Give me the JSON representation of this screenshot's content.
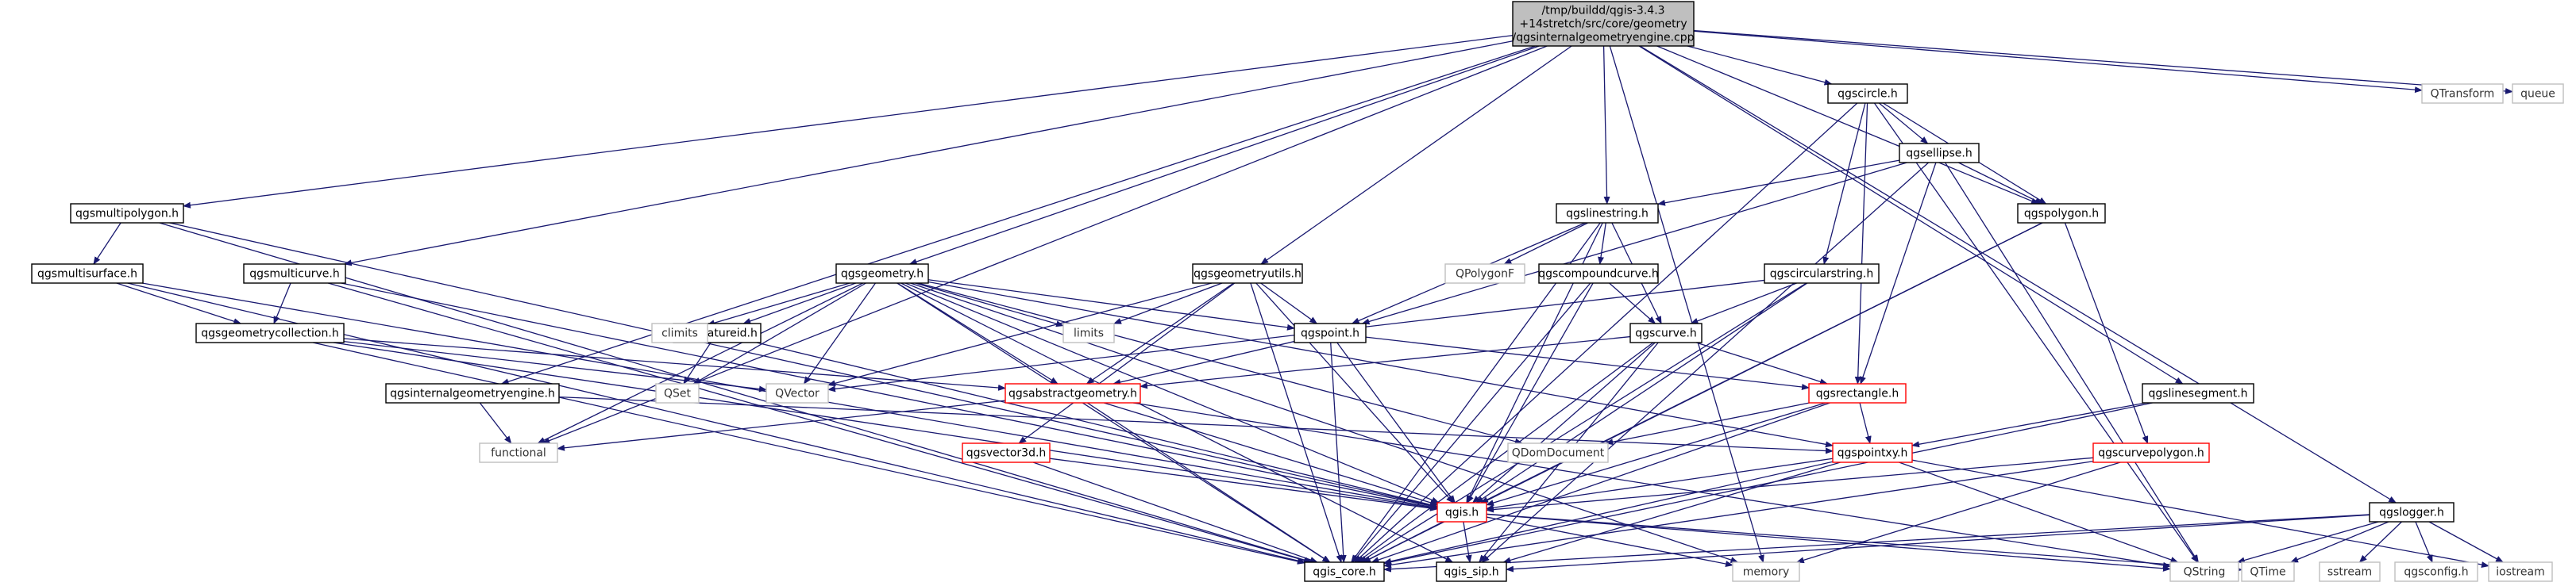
{
  "graph": {
    "colors": {
      "edge": "#191970",
      "root_fill": "#bfbfbf",
      "node_fill": "#ffffff",
      "node_border": "#000000",
      "partial_border": "#ff0000",
      "external_border": "#bfbfbf",
      "text": "#000000",
      "external_text": "#333333"
    },
    "nodes": [
      {
        "id": "root",
        "label": "/tmp/buildd/qgis-3.4.3\n+14stretch/src/core/geometry\n/qgsinternalgeometryengine.cpp",
        "kind": "root"
      },
      {
        "id": "qgsmultipolygon",
        "label": "qgsmultipolygon.h",
        "kind": "normal"
      },
      {
        "id": "qgsmulticurve",
        "label": "qgsmulticurve.h",
        "kind": "normal"
      },
      {
        "id": "qgsmultisurface",
        "label": "qgsmultisurface.h",
        "kind": "normal"
      },
      {
        "id": "qgsgeometrycollection",
        "label": "qgsgeometrycollection.h",
        "kind": "normal"
      },
      {
        "id": "qgsinternalgeometryengine",
        "label": "qgsinternalgeometryengine.h",
        "kind": "normal"
      },
      {
        "id": "qgsgeometry",
        "label": "qgsgeometry.h",
        "kind": "normal"
      },
      {
        "id": "qgsfeatureid",
        "label": "qgsfeatureid.h",
        "kind": "normal"
      },
      {
        "id": "qgsgeometryutils",
        "label": "qgsgeometryutils.h",
        "kind": "normal"
      },
      {
        "id": "qgspoint",
        "label": "qgspoint.h",
        "kind": "normal"
      },
      {
        "id": "qgsabstractgeometry",
        "label": "qgsabstractgeometry.h",
        "kind": "partial"
      },
      {
        "id": "qgsvector3d",
        "label": "qgsvector3d.h",
        "kind": "partial"
      },
      {
        "id": "qgis",
        "label": "qgis.h",
        "kind": "partial"
      },
      {
        "id": "qgis_core",
        "label": "qgis_core.h",
        "kind": "normal"
      },
      {
        "id": "qgis_sip",
        "label": "qgis_sip.h",
        "kind": "normal"
      },
      {
        "id": "qgslinestring",
        "label": "qgslinestring.h",
        "kind": "normal"
      },
      {
        "id": "qgscompoundcurve",
        "label": "qgscompoundcurve.h",
        "kind": "normal"
      },
      {
        "id": "qgscurve",
        "label": "qgscurve.h",
        "kind": "normal"
      },
      {
        "id": "qgscircle",
        "label": "qgscircle.h",
        "kind": "normal"
      },
      {
        "id": "qgsellipse",
        "label": "qgsellipse.h",
        "kind": "normal"
      },
      {
        "id": "qgspolygon",
        "label": "qgspolygon.h",
        "kind": "normal"
      },
      {
        "id": "qgscircularstring",
        "label": "qgscircularstring.h",
        "kind": "normal"
      },
      {
        "id": "qgsrectangle",
        "label": "qgsrectangle.h",
        "kind": "partial"
      },
      {
        "id": "qgspointxy",
        "label": "qgspointxy.h",
        "kind": "partial"
      },
      {
        "id": "qgslinesegment",
        "label": "qgslinesegment.h",
        "kind": "normal"
      },
      {
        "id": "qgscurvepolygon",
        "label": "qgscurvepolygon.h",
        "kind": "partial"
      },
      {
        "id": "qgslogger",
        "label": "qgslogger.h",
        "kind": "normal"
      },
      {
        "id": "QTransform",
        "label": "QTransform",
        "kind": "external"
      },
      {
        "id": "queue",
        "label": "queue",
        "kind": "external"
      },
      {
        "id": "QPolygonF",
        "label": "QPolygonF",
        "kind": "external"
      },
      {
        "id": "climits",
        "label": "climits",
        "kind": "external"
      },
      {
        "id": "limits",
        "label": "limits",
        "kind": "external"
      },
      {
        "id": "QSet",
        "label": "QSet",
        "kind": "external"
      },
      {
        "id": "QVector",
        "label": "QVector",
        "kind": "external"
      },
      {
        "id": "functional",
        "label": "functional",
        "kind": "external"
      },
      {
        "id": "QDomDocument",
        "label": "QDomDocument",
        "kind": "external"
      },
      {
        "id": "memory",
        "label": "memory",
        "kind": "external"
      },
      {
        "id": "QString",
        "label": "QString",
        "kind": "external"
      },
      {
        "id": "QTime",
        "label": "QTime",
        "kind": "external"
      },
      {
        "id": "sstream",
        "label": "sstream",
        "kind": "external"
      },
      {
        "id": "qgsconfig",
        "label": "qgsconfig.h",
        "kind": "external"
      },
      {
        "id": "iostream",
        "label": "iostream",
        "kind": "external"
      }
    ],
    "edges": [
      [
        "root",
        "qgsmultipolygon"
      ],
      [
        "root",
        "qgsmulticurve"
      ],
      [
        "root",
        "functional"
      ],
      [
        "root",
        "qgsinternalgeometryengine"
      ],
      [
        "root",
        "qgsgeometry"
      ],
      [
        "root",
        "qgsgeometryutils"
      ],
      [
        "root",
        "qgslinestring"
      ],
      [
        "root",
        "qgscircle"
      ],
      [
        "root",
        "qgspolygon"
      ],
      [
        "root",
        "qgslinesegment"
      ],
      [
        "root",
        "qgslogger"
      ],
      [
        "root",
        "QTransform"
      ],
      [
        "root",
        "queue"
      ],
      [
        "root",
        "memory"
      ],
      [
        "qgsmultipolygon",
        "qgsmultisurface"
      ],
      [
        "qgsmultipolygon",
        "qgis_core"
      ],
      [
        "qgsmultipolygon",
        "qgis"
      ],
      [
        "qgsmultisurface",
        "qgsgeometrycollection"
      ],
      [
        "qgsmultisurface",
        "qgis_core"
      ],
      [
        "qgsmultisurface",
        "qgis"
      ],
      [
        "qgsmulticurve",
        "qgsgeometrycollection"
      ],
      [
        "qgsmulticurve",
        "qgis_core"
      ],
      [
        "qgsmulticurve",
        "qgis"
      ],
      [
        "qgsgeometrycollection",
        "QVector"
      ],
      [
        "qgsgeometrycollection",
        "qgsabstractgeometry"
      ],
      [
        "qgsgeometrycollection",
        "qgis"
      ],
      [
        "qgsgeometrycollection",
        "qgis_core"
      ],
      [
        "qgsinternalgeometryengine",
        "functional"
      ],
      [
        "qgsinternalgeometryengine",
        "qgspointxy"
      ],
      [
        "qgsgeometry",
        "climits"
      ],
      [
        "qgsgeometry",
        "qgsfeatureid"
      ],
      [
        "qgsgeometry",
        "limits"
      ],
      [
        "qgsgeometry",
        "QSet"
      ],
      [
        "qgsgeometry",
        "QVector"
      ],
      [
        "qgsgeometry",
        "functional"
      ],
      [
        "qgsgeometry",
        "qgspoint"
      ],
      [
        "qgsgeometry",
        "qgsabstractgeometry"
      ],
      [
        "qgsgeometry",
        "QDomDocument"
      ],
      [
        "qgsgeometry",
        "qgspointxy"
      ],
      [
        "qgsgeometry",
        "qgis"
      ],
      [
        "qgsgeometry",
        "qgis_core"
      ],
      [
        "qgsgeometry",
        "qgis_sip"
      ],
      [
        "qgsgeometry",
        "memory"
      ],
      [
        "qgsfeatureid",
        "QSet"
      ],
      [
        "qgsfeatureid",
        "qgis"
      ],
      [
        "qgsgeometryutils",
        "limits"
      ],
      [
        "qgsgeometryutils",
        "qgspoint"
      ],
      [
        "qgsgeometryutils",
        "qgsabstractgeometry"
      ],
      [
        "qgsgeometryutils",
        "qgsvector3d"
      ],
      [
        "qgsgeometryutils",
        "qgis"
      ],
      [
        "qgsgeometryutils",
        "qgis_core"
      ],
      [
        "qgsgeometryutils",
        "QVector"
      ],
      [
        "qgspoint",
        "qgsabstractgeometry"
      ],
      [
        "qgspoint",
        "qgsrectangle"
      ],
      [
        "qgspoint",
        "qgis"
      ],
      [
        "qgspoint",
        "qgis_core"
      ],
      [
        "qgsabstractgeometry",
        "functional"
      ],
      [
        "qgsabstractgeometry",
        "qgis"
      ],
      [
        "qgsabstractgeometry",
        "qgis_core"
      ],
      [
        "qgsabstractgeometry",
        "QString"
      ],
      [
        "qgsvector3d",
        "qgis"
      ],
      [
        "qgsvector3d",
        "qgis_core"
      ],
      [
        "qgis",
        "qgis_core"
      ],
      [
        "qgis",
        "qgis_sip"
      ],
      [
        "qgis",
        "memory"
      ],
      [
        "qgis",
        "QString"
      ],
      [
        "qgis",
        "QTime"
      ],
      [
        "qgslinestring",
        "qgspoint"
      ],
      [
        "qgslinestring",
        "QPolygonF"
      ],
      [
        "qgslinestring",
        "qgscompoundcurve"
      ],
      [
        "qgslinestring",
        "qgscurve"
      ],
      [
        "qgslinestring",
        "qgis"
      ],
      [
        "qgslinestring",
        "qgis_core"
      ],
      [
        "qgscompoundcurve",
        "qgscurve"
      ],
      [
        "qgscompoundcurve",
        "qgis"
      ],
      [
        "qgscompoundcurve",
        "qgis_core"
      ],
      [
        "qgscurve",
        "qgsabstractgeometry"
      ],
      [
        "qgscurve",
        "qgsrectangle"
      ],
      [
        "qgscurve",
        "qgis"
      ],
      [
        "qgscurve",
        "qgis_core"
      ],
      [
        "qgscurve",
        "qgis_sip"
      ],
      [
        "qgscircle",
        "qgsellipse"
      ],
      [
        "qgscircle",
        "qgspolygon"
      ],
      [
        "qgscircle",
        "qgscircularstring"
      ],
      [
        "qgscircle",
        "qgsrectangle"
      ],
      [
        "qgscircle",
        "qgis_core"
      ],
      [
        "qgscircle",
        "QString"
      ],
      [
        "qgsellipse",
        "qgslinestring"
      ],
      [
        "qgsellipse",
        "qgspolygon"
      ],
      [
        "qgsellipse",
        "qgsrectangle"
      ],
      [
        "qgsellipse",
        "QString"
      ],
      [
        "qgsellipse",
        "qgis_sip"
      ],
      [
        "qgsellipse",
        "qgspoint"
      ],
      [
        "qgspolygon",
        "qgscurvepolygon"
      ],
      [
        "qgspolygon",
        "qgis"
      ],
      [
        "qgspolygon",
        "qgis_core"
      ],
      [
        "qgscircularstring",
        "qgscurve"
      ],
      [
        "qgscircularstring",
        "qgis"
      ],
      [
        "qgscircularstring",
        "qgis_core"
      ],
      [
        "qgscircularstring",
        "QVector"
      ],
      [
        "qgsrectangle",
        "qgspointxy"
      ],
      [
        "qgsrectangle",
        "QDomDocument"
      ],
      [
        "qgsrectangle",
        "qgis"
      ],
      [
        "qgsrectangle",
        "qgis_core"
      ],
      [
        "qgspointxy",
        "qgis"
      ],
      [
        "qgspointxy",
        "qgis_core"
      ],
      [
        "qgspointxy",
        "QString"
      ],
      [
        "qgspointxy",
        "iostream"
      ],
      [
        "qgspointxy",
        "qgis_sip"
      ],
      [
        "qgslinesegment",
        "qgspointxy"
      ],
      [
        "qgslinesegment",
        "qgis_core"
      ],
      [
        "qgscurvepolygon",
        "qgis"
      ],
      [
        "qgscurvepolygon",
        "qgis_core"
      ],
      [
        "qgscurvepolygon",
        "memory"
      ],
      [
        "qgslogger",
        "qgis_core"
      ],
      [
        "qgslogger",
        "qgis_sip"
      ],
      [
        "qgslogger",
        "QString"
      ],
      [
        "qgslogger",
        "QTime"
      ],
      [
        "qgslogger",
        "sstream"
      ],
      [
        "qgslogger",
        "qgsconfig"
      ],
      [
        "qgslogger",
        "iostream"
      ]
    ]
  }
}
